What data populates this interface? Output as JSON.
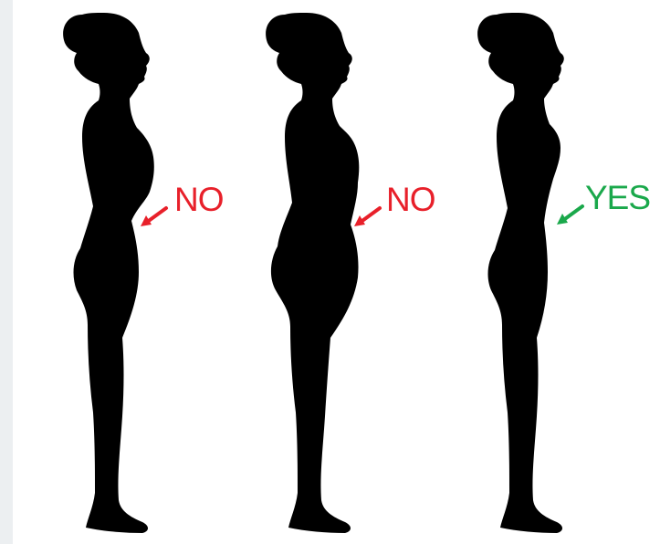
{
  "figures": [
    {
      "name": "figure-left",
      "verdict": "NO",
      "color": "#e8202a"
    },
    {
      "name": "figure-middle",
      "verdict": "NO",
      "color": "#e8202a"
    },
    {
      "name": "figure-right",
      "verdict": "YES",
      "color": "#1aa84b"
    }
  ],
  "colors": {
    "silhouette": "#000000",
    "background": "#ffffff",
    "frame": "#eceff1"
  },
  "icons": [
    "woman-profile-silhouette",
    "arrow-pointing-to-belly"
  ]
}
